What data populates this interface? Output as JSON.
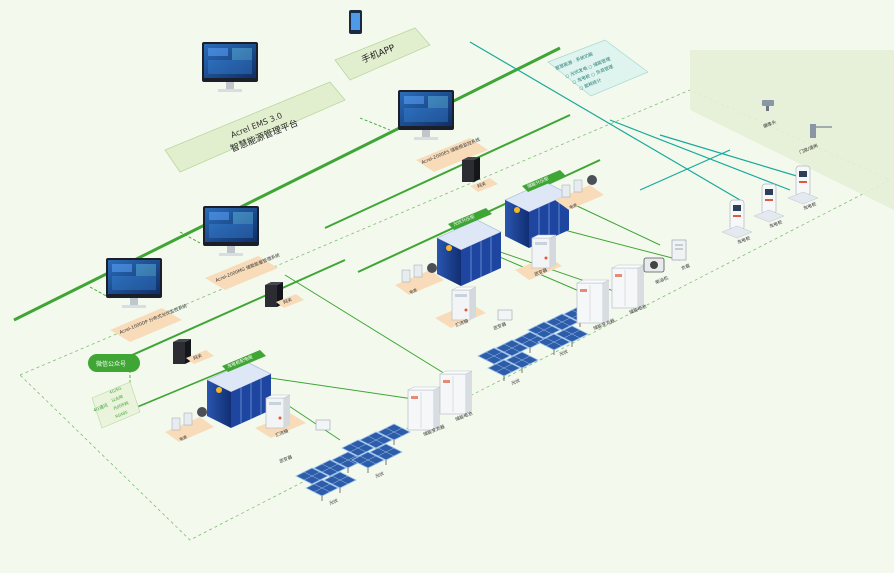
{
  "platform_label": "Acrel EMS 3.0",
  "platform_subtitle": "智慧能源管理平台",
  "mobile_label": "手机APP",
  "cloud_label": "微信公众号",
  "info_panel": {
    "title": "智慧能源 · 系统功能",
    "lines": [
      "○ 光伏发电   ○ 储能管理",
      "○ 充电桩     ○ 负荷管理",
      "○ 能耗统计"
    ]
  },
  "stations": [
    {
      "label": "Acrel-1000DP\n分布式光伏监控系统",
      "gateway": "网关"
    },
    {
      "label": "Acrel-2000MG\n储能能量管理系统",
      "gateway": "网关"
    },
    {
      "label": "Acrel-2000ES\n储能柜监控系统",
      "gateway": "网关"
    }
  ],
  "cabinet_tags": [
    "光伏升压柜",
    "储能升压柜",
    "充电桩配电柜"
  ],
  "devices": {
    "inverter": "逆变器",
    "combiner": "汇流箱",
    "pv": "光伏",
    "meter": "电表",
    "pcs": "储能变流器",
    "battery": "储能电池",
    "diesel": "柴油机",
    "load": "负载",
    "camera": "摄像头",
    "gate": "门禁/道闸",
    "charger": "充电桩"
  },
  "comm": {
    "label": "4G通讯",
    "items": [
      "4G/5G",
      "以太网",
      "光纤环网",
      "RS485"
    ]
  },
  "colors": {
    "bus": "#3fa535",
    "link_teal": "#19a99a",
    "peach": "#f8dcb9",
    "pale_green": "#e2efcf",
    "cabinet": "#1b3f8f",
    "screen": "#1c4b8f"
  }
}
